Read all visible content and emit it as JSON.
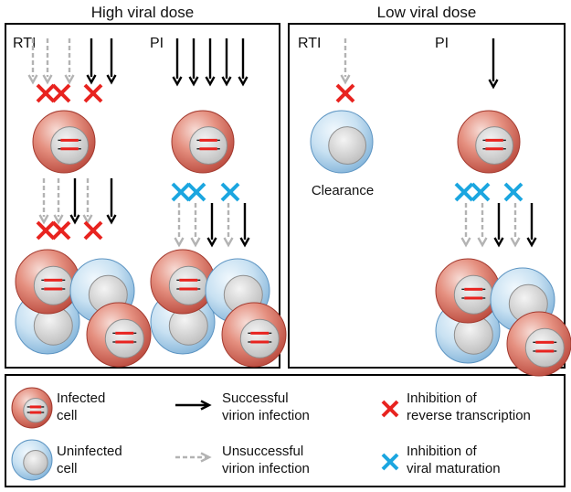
{
  "panels": {
    "high": {
      "title": "High viral dose",
      "left_label": "RTI",
      "right_label": "PI"
    },
    "low": {
      "title": "Low viral dose",
      "left_label": "RTI",
      "right_label": "PI",
      "clearance_label": "Clearance"
    }
  },
  "legend": {
    "infected": [
      "Infected",
      "cell"
    ],
    "uninfected": [
      "Uninfected",
      "cell"
    ],
    "successful": [
      "Successful",
      "virion infection"
    ],
    "unsuccessful": [
      "Unsuccessful",
      "virion infection"
    ],
    "inhibition_rt": [
      "Inhibition of",
      "reverse transcription"
    ],
    "inhibition_vm": [
      "Inhibition of",
      "viral maturation"
    ]
  },
  "colors": {
    "successful_arrow": "#000000",
    "unsuccessful_arrow": "#b3b3b3",
    "inhibition_rt_mark": "#e8231f",
    "inhibition_vm_mark": "#1ba6e0",
    "infected_cell": "#d9695c",
    "uninfected_cell": "#a9cde8",
    "nucleus": "#d3d3d3",
    "provirus": "#e8231f"
  },
  "icons": {
    "successful": "solid-black-arrow-icon",
    "unsuccessful": "dashed-gray-arrow-icon",
    "inhibition_rt": "red-x-icon",
    "inhibition_vm": "blue-x-icon",
    "infected": "infected-cell-icon",
    "uninfected": "uninfected-cell-icon"
  }
}
